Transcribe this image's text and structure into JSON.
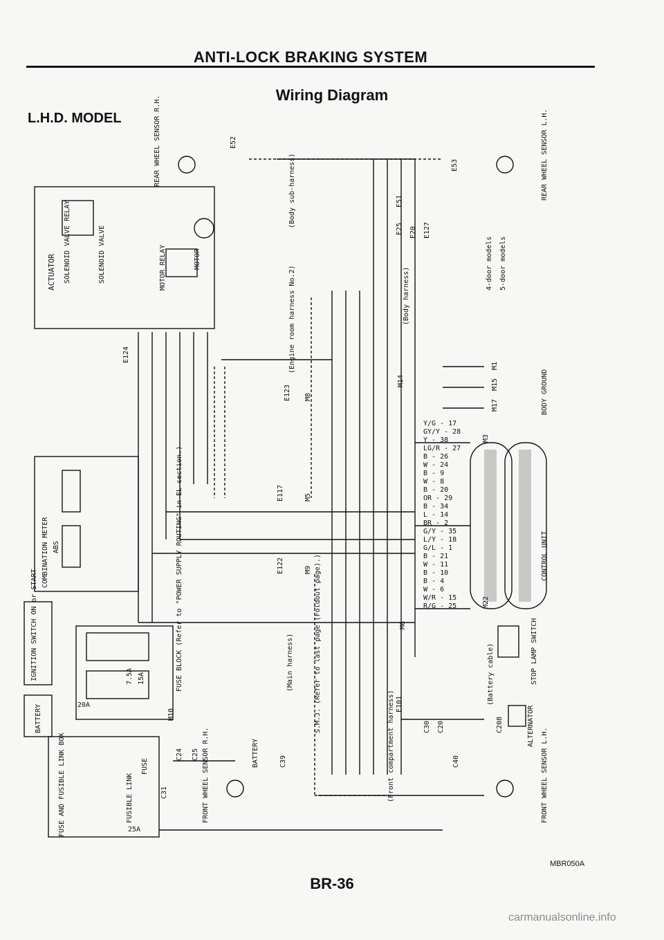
{
  "header": {
    "title": "ANTI-LOCK BRAKING SYSTEM",
    "subtitle": "Wiring Diagram",
    "model": "L.H.D. MODEL"
  },
  "labels": {
    "actuator": "ACTUATOR",
    "solenoid_relay": "SOLENOID VALVE RELAY",
    "solenoid_valve": "SOLENOID VALVE",
    "motor_relay": "MOTOR RELAY",
    "motor": "MOTOR",
    "rear_sensor_rh": "REAR WHEEL SENSOR R.H.",
    "rear_sensor_lh": "REAR WHEEL SENSOR L.H.",
    "body_sub_harness": "(Body sub-harness)",
    "engine_room_harness": "(Engine room harness No.2)",
    "body_harness": "(Body harness)",
    "door4": "4-door models",
    "door5": "5-door models",
    "body_ground": "BODY GROUND",
    "combination_meter": "COMBINATION METER",
    "abs": "ABS",
    "control_unit": "CONTROL UNIT",
    "ignition_switch": "IGNITION SWITCH ON or START",
    "battery": "BATTERY",
    "fuse_block": "FUSE BLOCK (Refer to \"POWER SUPPLY ROUTING\" in EL section.)",
    "main_harness": "(Main harness)",
    "smj": "S.M.J. (Refer to last page (Foldout page).)",
    "stop_lamp": "STOP LAMP SWITCH",
    "battery_cable": "(Battery cable)",
    "alternator": "ALTERNATOR",
    "front_comp_harness": "(Front compartment harness)",
    "front_sensor_rh": "FRONT WHEEL SENSOR R.H.",
    "front_sensor_lh": "FRONT WHEEL SENSOR L.H.",
    "fusible_link_box": "FUSE AND FUSIBLE LINK BOX",
    "fusible_link": "FUSIBLE LINK",
    "fuse": "FUSE",
    "battery2": "BATTERY",
    "fuse_20a": "20A",
    "fuse_7_5a": "7.5A",
    "fuse_15a": "15A",
    "fuse_25a": "25A"
  },
  "connectors": [
    "E52",
    "E53",
    "E51",
    "E124",
    "E123",
    "M8",
    "E117",
    "M5",
    "E122",
    "M9",
    "M1",
    "M14",
    "M15",
    "M17",
    "M3",
    "M22",
    "M6",
    "E101",
    "C30",
    "C20",
    "C24",
    "C25",
    "C39",
    "C40",
    "C31",
    "M10",
    "E127",
    "E25",
    "E20",
    "C208"
  ],
  "control_unit_pins": [
    {
      "wire": "Y/G",
      "pin": "17"
    },
    {
      "wire": "GY/Y",
      "pin": "28"
    },
    {
      "wire": "Y",
      "pin": "38"
    },
    {
      "wire": "LG/R",
      "pin": "27"
    },
    {
      "wire": "B",
      "pin": "26"
    },
    {
      "wire": "W",
      "pin": "24"
    },
    {
      "wire": "B",
      "pin": "9"
    },
    {
      "wire": "W",
      "pin": "8"
    },
    {
      "wire": "B",
      "pin": "20"
    },
    {
      "wire": "OR",
      "pin": "29"
    },
    {
      "wire": "B",
      "pin": "34"
    },
    {
      "wire": "L",
      "pin": "14"
    },
    {
      "wire": "BR",
      "pin": "2"
    },
    {
      "wire": "G/Y",
      "pin": "35"
    },
    {
      "wire": "L/Y",
      "pin": "18"
    },
    {
      "wire": "G/L",
      "pin": "1"
    },
    {
      "wire": "B",
      "pin": "21"
    },
    {
      "wire": "W",
      "pin": "11"
    },
    {
      "wire": "B",
      "pin": "10"
    },
    {
      "wire": "B",
      "pin": "4"
    },
    {
      "wire": "W",
      "pin": "6"
    },
    {
      "wire": "W/R",
      "pin": "15"
    },
    {
      "wire": "R/G",
      "pin": "25"
    }
  ],
  "footer": {
    "code": "MBR050A",
    "page": "BR-36",
    "watermark": "carmanualsonline.info"
  }
}
